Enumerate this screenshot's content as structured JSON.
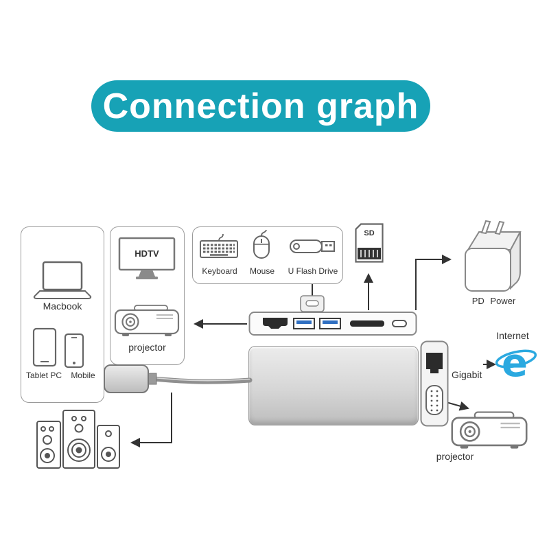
{
  "title": "Connection graph",
  "colors": {
    "banner": "#17a2b6",
    "usb_port_blue": "#2f6fc1",
    "ie_blue": "#2ba9e0",
    "arrow": "#333333"
  },
  "boxes": {
    "computers": {
      "macbook": "Macbook",
      "tablet": "Tablet PC",
      "mobile": "Mobile"
    },
    "displays": {
      "hdtv": "HDTV",
      "projector": "projector"
    },
    "peripherals": {
      "keyboard": "Keyboard",
      "mouse": "Mouse",
      "uflash": "U Flash Drive"
    }
  },
  "sd_card": {
    "label": "SD"
  },
  "power": {
    "label": "PD Power"
  },
  "network": {
    "gigabit": "Gigabit",
    "internet": "Internet"
  },
  "projector_out": {
    "label": "projector"
  }
}
